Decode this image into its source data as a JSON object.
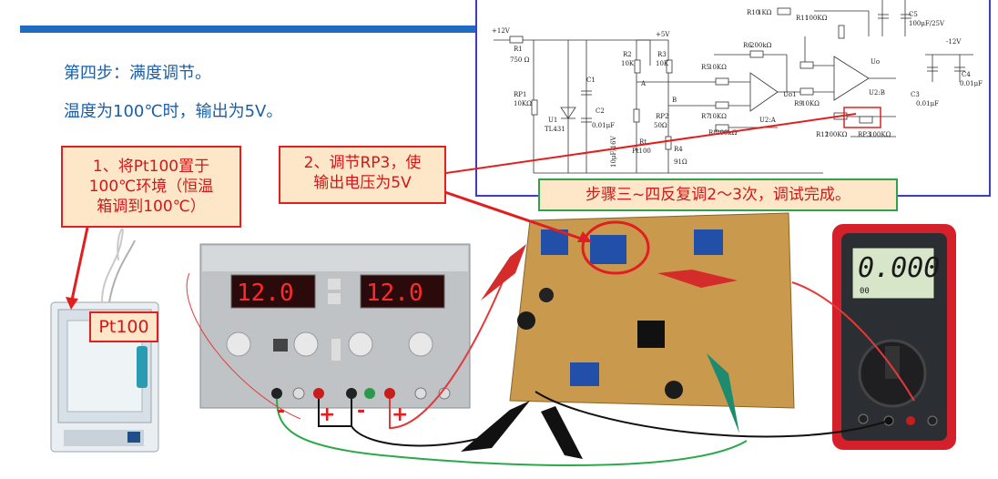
{
  "slide": {
    "step_title": "第四步：满度调节。",
    "step_desc": "温度为100℃时，输出为5V。",
    "note1": "1、将Pt100置于100℃环境（恒温箱调到100℃）",
    "note1_lines": [
      "1、将Pt100置于",
      "100℃环境（恒温",
      "箱调到100℃）"
    ],
    "note2_lines": [
      "2、调节RP3，使",
      "输出电压为5V"
    ],
    "pt100_label": "Pt100",
    "repeat_note": "步骤三~四反复调2～3次，调试完成。"
  },
  "power_supply": {
    "left_display": "12.0",
    "right_display": "12.0",
    "polarity": [
      "-",
      "+",
      "-",
      "+"
    ]
  },
  "multimeter": {
    "display": "0.000",
    "sub_display": "00"
  },
  "schematic": {
    "labels": [
      "+12V",
      "R1",
      "750 Ω",
      "RP1",
      "10KΩ",
      "U1",
      "TL431",
      "C1",
      "C2",
      "0.01μF",
      "10μF/16V",
      "+5V",
      "R2",
      "10K",
      "R3",
      "10K",
      "A",
      "B",
      "RP2",
      "50Ω",
      "Rt",
      "Pt100",
      "R4",
      "91Ω",
      "R5",
      "10KΩ",
      "R6",
      "200kΩ",
      "R7",
      "10KΩ",
      "R8",
      "200kΩ",
      "U2:A",
      "R9",
      "10KΩ",
      "R10",
      "1KΩ",
      "R11",
      "100KΩ",
      "RP3",
      "100KΩ",
      "U2:B",
      "R12",
      "100KΩ",
      "C3",
      "0.01μF",
      "-12V",
      "C4",
      "0.01μF",
      "C5",
      "100μF/25V",
      "Uo",
      "Uo1"
    ]
  },
  "colors": {
    "accent_blue": "#1f6cc0",
    "callout_border": "#e02020",
    "callout_fill": "#fde7c8",
    "callout_text": "#d01818",
    "repeat_border": "#2fa24a"
  }
}
